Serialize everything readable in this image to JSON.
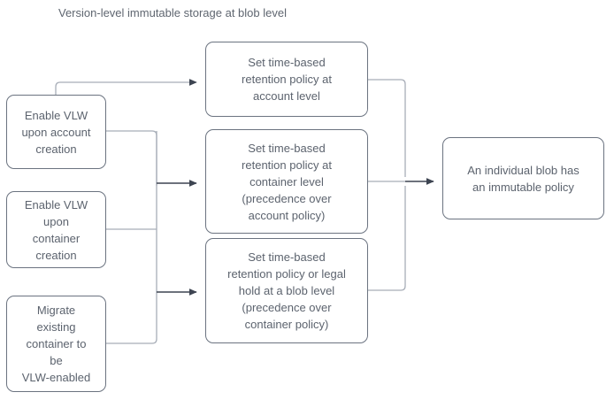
{
  "diagram": {
    "title": "Version-level immutable storage at blob level",
    "type": "flowchart",
    "colors": {
      "node_border": "#6b7380",
      "node_fill": "#ffffff",
      "node_text": "#5c636e",
      "title_text": "#5f6670",
      "connector_line": "#a8aeb8",
      "connector_arrow": "#3d4451",
      "background": "#ffffff"
    },
    "nodes": [
      {
        "id": "enable-account",
        "label": "Enable VLW\nupon account\ncreation",
        "column": "left"
      },
      {
        "id": "enable-container",
        "label": "Enable VLW\nupon\ncontainer\ncreation",
        "column": "left"
      },
      {
        "id": "migrate",
        "label": "Migrate\nexisting\ncontainer to\nbe\nVLW-enabled",
        "column": "left"
      },
      {
        "id": "account-policy",
        "label": "Set time-based\nretention policy at\naccount level",
        "column": "middle"
      },
      {
        "id": "container-policy",
        "label": "Set time-based\nretention policy at\ncontainer level\n(precedence over\naccount policy)",
        "column": "middle"
      },
      {
        "id": "blob-policy",
        "label": "Set time-based\nretention policy or legal\nhold at a blob level\n(precedence over\ncontainer policy)",
        "column": "middle"
      },
      {
        "id": "immutable-result",
        "label": "An individual blob has\nan immutable policy",
        "column": "right"
      }
    ],
    "edges": [
      {
        "id": "edge-enable-account-to-account-policy",
        "from": "enable-account",
        "to": "account-policy"
      },
      {
        "id": "edge-enable-account-to-container-policy",
        "from": "enable-account",
        "to": "container-policy"
      },
      {
        "id": "edge-enable-container-to-container-policy",
        "from": "enable-container",
        "to": "container-policy"
      },
      {
        "id": "edge-enable-container-to-blob-policy",
        "from": "enable-container",
        "to": "blob-policy"
      },
      {
        "id": "edge-migrate-to-container-policy",
        "from": "migrate",
        "to": "container-policy"
      },
      {
        "id": "edge-migrate-to-blob-policy",
        "from": "migrate",
        "to": "blob-policy"
      },
      {
        "id": "edge-account-policy-to-result",
        "from": "account-policy",
        "to": "immutable-result"
      },
      {
        "id": "edge-container-policy-to-result",
        "from": "container-policy",
        "to": "immutable-result"
      },
      {
        "id": "edge-blob-policy-to-result",
        "from": "blob-policy",
        "to": "immutable-result"
      }
    ]
  }
}
